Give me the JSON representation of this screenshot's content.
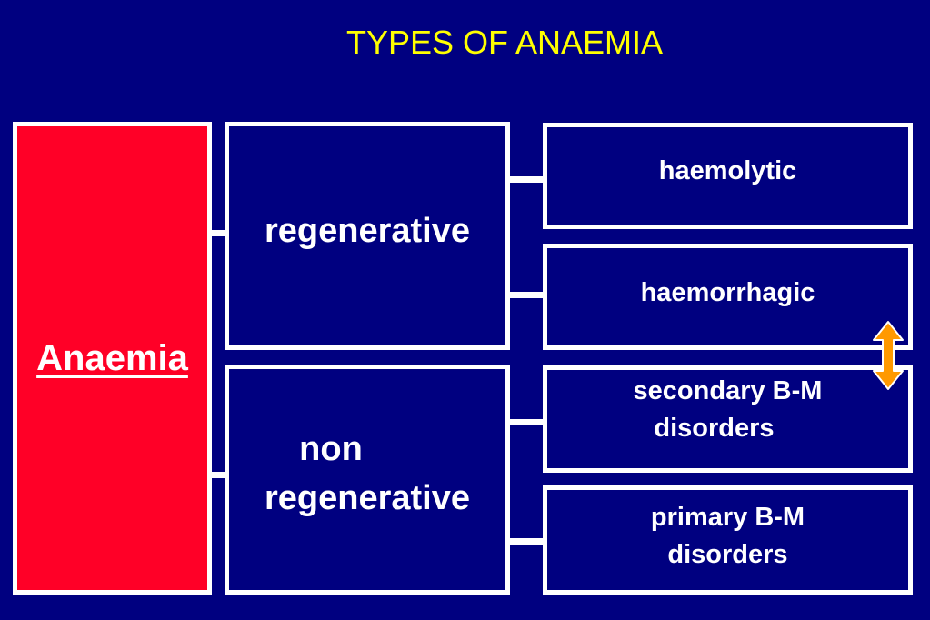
{
  "title": "TYPES OF ANAEMIA",
  "root": {
    "label": "Anaemia",
    "color": "#ff0027"
  },
  "categories": [
    {
      "lines": [
        "regenerative"
      ],
      "subtypes": [
        {
          "lines": [
            "haemolytic"
          ]
        },
        {
          "lines": [
            "haemorrhagic"
          ]
        }
      ]
    },
    {
      "lines": [
        "non",
        "regenerative"
      ],
      "subtypes": [
        {
          "lines": [
            "secondary B-M",
            "disorders"
          ]
        },
        {
          "lines": [
            "primary B-M",
            "disorders"
          ]
        }
      ]
    }
  ],
  "colors": {
    "background": "#000080",
    "title": "#ffff00",
    "text": "#ffffff",
    "border": "#ffffff",
    "arrow": "#ff9900"
  },
  "icons": {
    "double_arrow": "double-headed-vertical-arrow"
  }
}
